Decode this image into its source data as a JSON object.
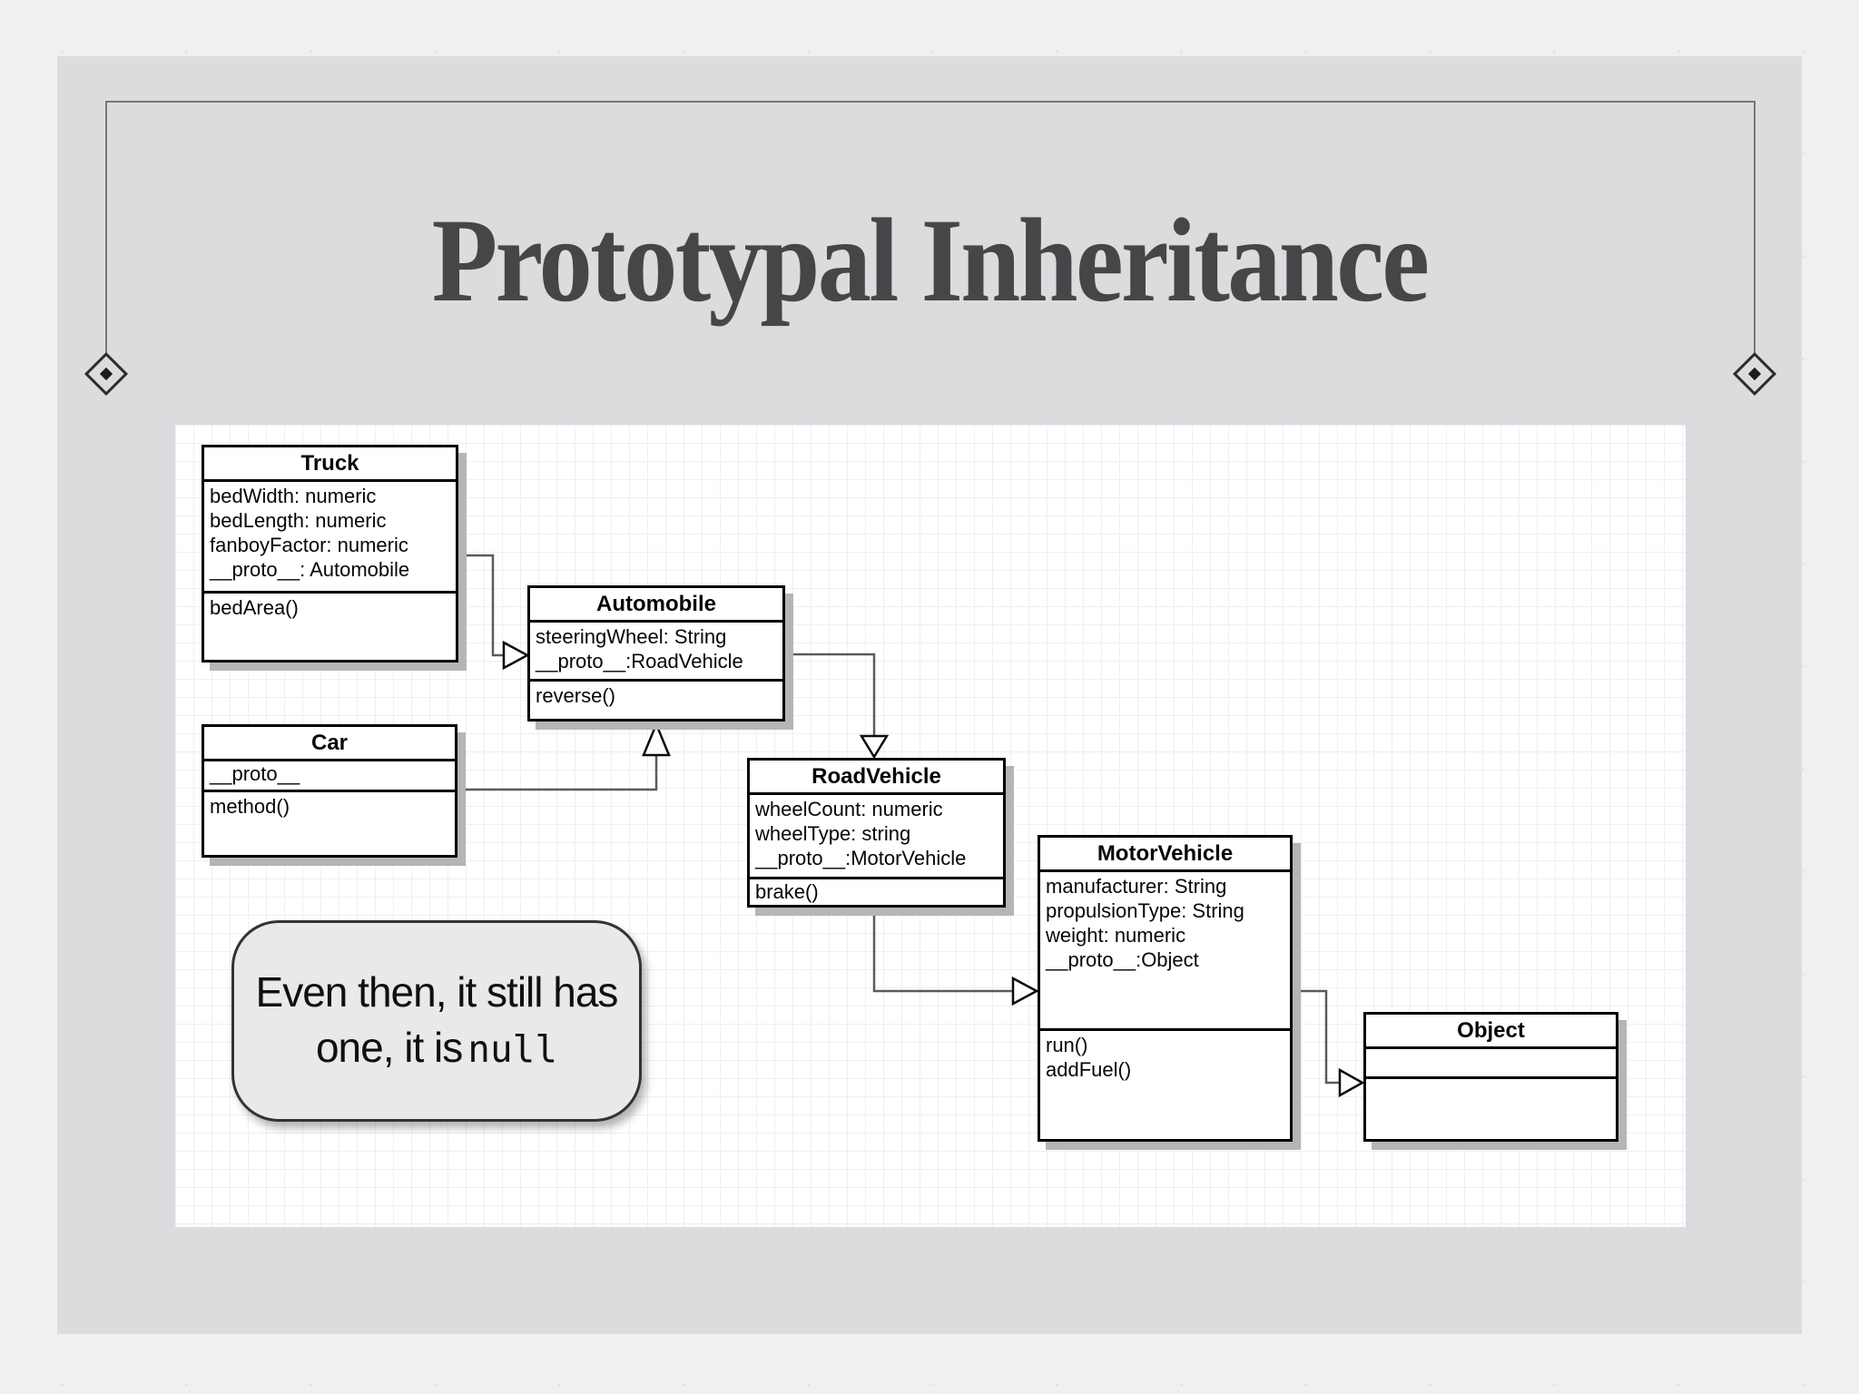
{
  "slide": {
    "title": "Prototypal Inheritance"
  },
  "diagram": {
    "classes": [
      {
        "name": "Truck",
        "attributes": [
          "bedWidth: numeric",
          "bedLength: numeric",
          "fanboyFactor: numeric",
          "__proto__: Automobile"
        ],
        "methods": [
          "bedArea()"
        ]
      },
      {
        "name": "Automobile",
        "attributes": [
          "steeringWheel: String",
          "__proto__:RoadVehicle"
        ],
        "methods": [
          "reverse()"
        ]
      },
      {
        "name": "Car",
        "attributes": [
          "__proto__"
        ],
        "methods": [
          "method()"
        ]
      },
      {
        "name": "RoadVehicle",
        "attributes": [
          "wheelCount: numeric",
          "wheelType: string",
          "__proto__:MotorVehicle"
        ],
        "methods": [
          "brake()"
        ]
      },
      {
        "name": "MotorVehicle",
        "attributes": [
          "manufacturer: String",
          "propulsionType: String",
          "weight: numeric",
          "__proto__:Object"
        ],
        "methods": [
          "run()",
          "addFuel()"
        ]
      },
      {
        "name": "Object",
        "attributes": [],
        "methods": []
      }
    ],
    "relations": [
      {
        "from": "Truck",
        "to": "Automobile"
      },
      {
        "from": "Car",
        "to": "Automobile"
      },
      {
        "from": "Automobile",
        "to": "RoadVehicle"
      },
      {
        "from": "RoadVehicle",
        "to": "MotorVehicle"
      },
      {
        "from": "MotorVehicle",
        "to": "Object"
      }
    ]
  },
  "callout": {
    "line1": "Even then, it still has",
    "line2_text": "one, it is",
    "line2_code": "null"
  },
  "colors": {
    "title_text": "#464649",
    "slide_panel": "#dddbde",
    "grid_major": "#dcd8f1",
    "box_border": "#000000",
    "box_shadow": "#b6b4b6",
    "callout_fill": "#e9e8ea"
  }
}
